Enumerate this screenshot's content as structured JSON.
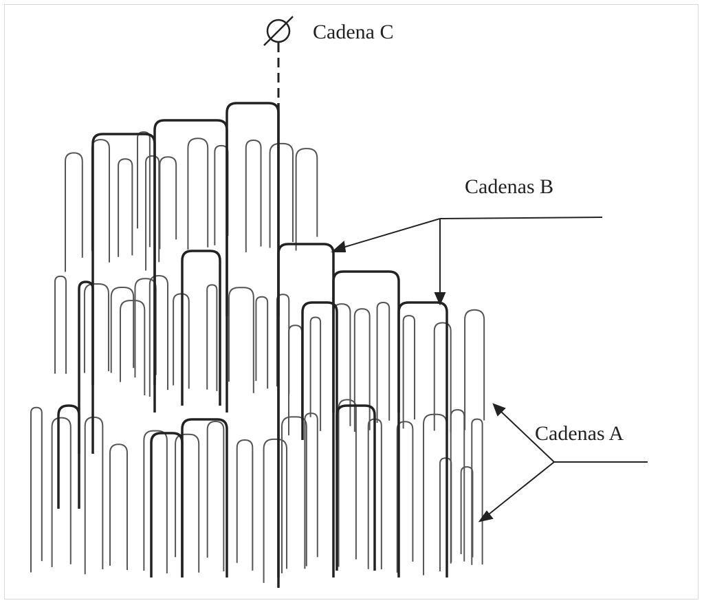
{
  "labels": {
    "chain_c": "Cadena C",
    "chains_b": "Cadenas B",
    "chains_a": "Cadenas A"
  },
  "colors": {
    "ink": "#2a2a2a",
    "thin": "#555555",
    "background": "#ffffff"
  },
  "icons": {
    "reducing_end": "circle-slash-icon"
  }
}
